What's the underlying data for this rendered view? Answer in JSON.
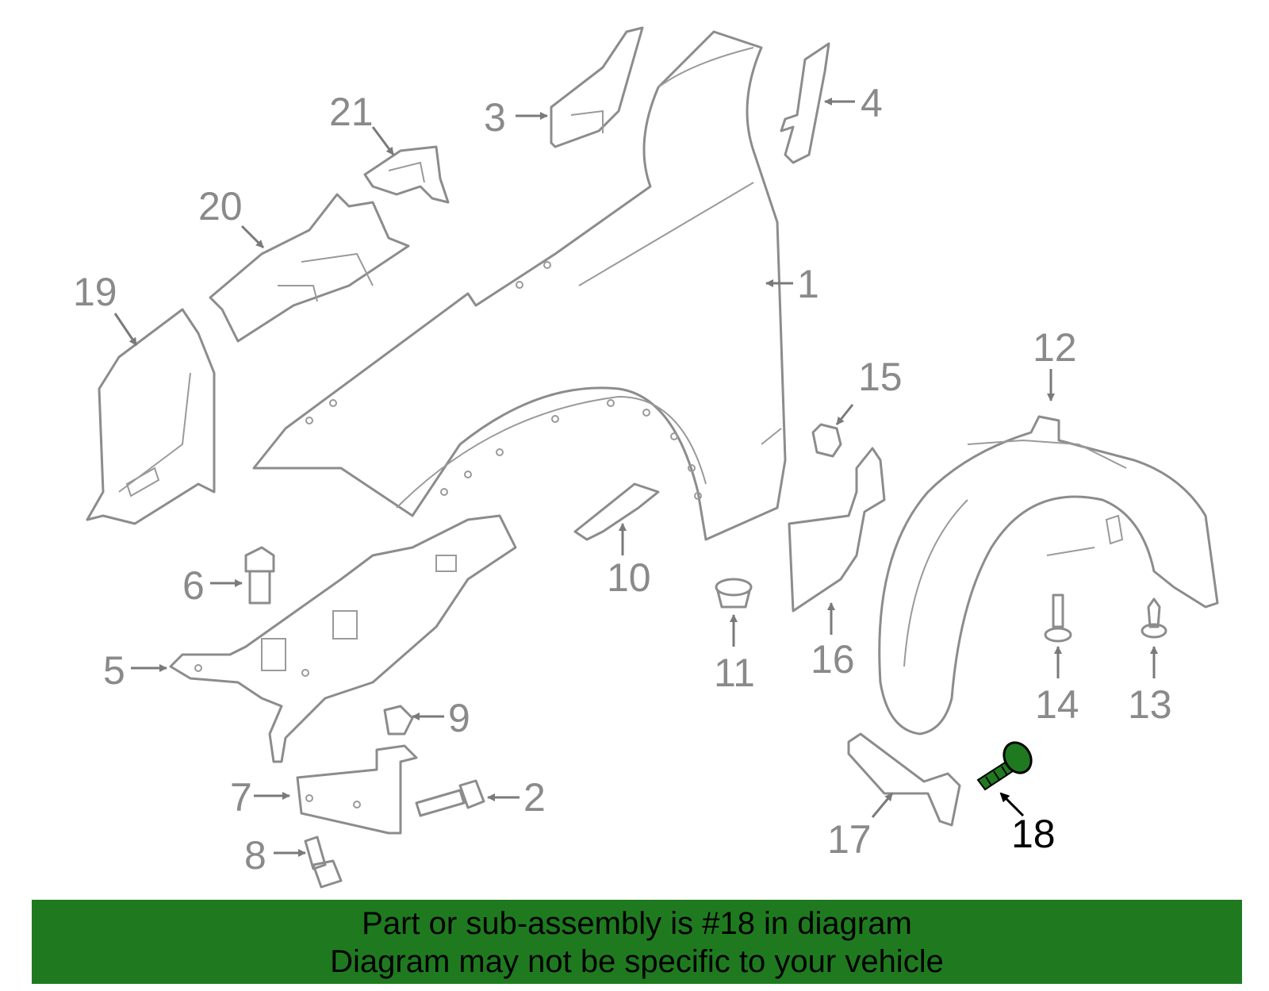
{
  "callouts": {
    "c1": "1",
    "c2": "2",
    "c3": "3",
    "c4": "4",
    "c5": "5",
    "c6": "6",
    "c7": "7",
    "c8": "8",
    "c9": "9",
    "c10": "10",
    "c11": "11",
    "c12": "12",
    "c13": "13",
    "c14": "14",
    "c15": "15",
    "c16": "16",
    "c17": "17",
    "c18": "18",
    "c19": "19",
    "c20": "20",
    "c21": "21"
  },
  "highlight": {
    "part": "18",
    "color": "#1f7a1f"
  },
  "banner": {
    "line1": "Part or sub-assembly is #18 in diagram",
    "line2": "Diagram may not be specific to your vehicle",
    "color": "#1f7a1f"
  }
}
